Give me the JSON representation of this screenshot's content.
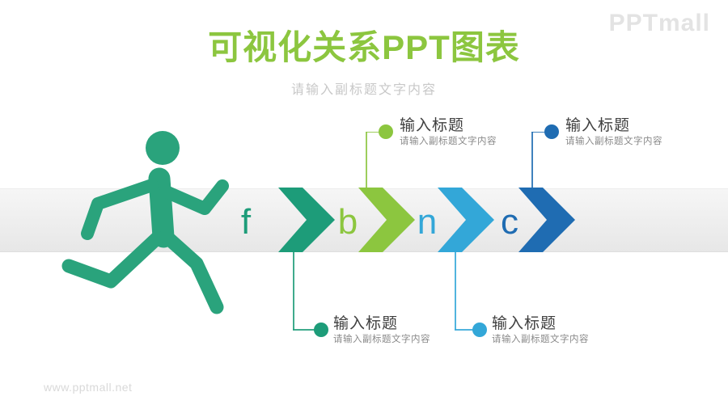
{
  "header": {
    "title": "可视化关系PPT图表",
    "subtitle": "请输入副标题文字内容",
    "logo": "PPTmall"
  },
  "colors": {
    "title_green": "#8cc63f",
    "runner_green": "#2aa37c",
    "teal": "#1d9c79",
    "lime": "#8cc63f",
    "light_blue": "#33a7d8",
    "dark_blue": "#1f6cb2"
  },
  "process": {
    "letters": [
      {
        "char": "f",
        "color": "#1d9c79"
      },
      {
        "char": "b",
        "color": "#8cc63f"
      },
      {
        "char": "n",
        "color": "#33a7d8"
      },
      {
        "char": "c",
        "color": "#1f6cb2"
      }
    ],
    "chevrons": [
      {
        "color": "#1d9c79"
      },
      {
        "color": "#8cc63f"
      },
      {
        "color": "#33a7d8"
      },
      {
        "color": "#1f6cb2"
      }
    ]
  },
  "callouts": {
    "top": [
      {
        "title": "输入标题",
        "subtitle": "请输入副标题文字内容",
        "accent": "#8cc63f"
      },
      {
        "title": "输入标题",
        "subtitle": "请输入副标题文字内容",
        "accent": "#1f6cb2"
      }
    ],
    "bottom": [
      {
        "title": "输入标题",
        "subtitle": "请输入副标题文字内容",
        "accent": "#1d9c79"
      },
      {
        "title": "输入标题",
        "subtitle": "请输入副标题文字内容",
        "accent": "#33a7d8"
      }
    ]
  },
  "icons": {
    "runner": "running-person-icon"
  },
  "footer": {
    "watermark": "www.pptmall.net"
  }
}
